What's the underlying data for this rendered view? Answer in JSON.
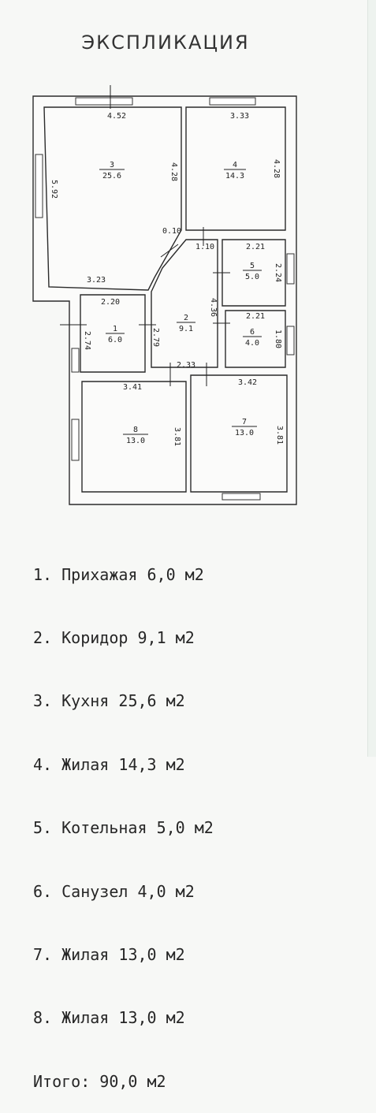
{
  "title": "ЭКСПЛИКАЦИЯ",
  "rooms": [
    {
      "num": "1",
      "area": "6.0"
    },
    {
      "num": "2",
      "area": "9.1"
    },
    {
      "num": "3",
      "area": "25.6"
    },
    {
      "num": "4",
      "area": "14.3"
    },
    {
      "num": "5",
      "area": "5.0"
    },
    {
      "num": "6",
      "area": "4.0"
    },
    {
      "num": "7",
      "area": "13.0"
    },
    {
      "num": "8",
      "area": "13.0"
    }
  ],
  "dimensions": {
    "d452": "4.52",
    "d333": "3.33",
    "d592": "5.92",
    "d428a": "4.28",
    "d428b": "4.28",
    "d010": "0.10",
    "d110": "1.10",
    "d323": "3.23",
    "d221a": "2.21",
    "d224": "2.24",
    "d220": "2.20",
    "d436": "4.36",
    "d221b": "2.21",
    "d274": "2.74",
    "d279": "2.79",
    "d180": "1.80",
    "d233": "2.33",
    "d341": "3.41",
    "d342": "3.42",
    "d381a": "3.81",
    "d381b": "3.81"
  },
  "legend": [
    {
      "num": "1.",
      "name": "Прихажая",
      "area": "6,0 м2"
    },
    {
      "num": "2.",
      "name": "Коридор",
      "area": "9,1 м2"
    },
    {
      "num": "3.",
      "name": "Кухня",
      "area": "25,6 м2"
    },
    {
      "num": "4.",
      "name": "Жилая",
      "area": "14,3 м2"
    },
    {
      "num": "5.",
      "name": "Котельная",
      "area": "5,0 м2"
    },
    {
      "num": "6.",
      "name": "Санузел",
      "area": "4,0 м2"
    },
    {
      "num": "7.",
      "name": "Жилая",
      "area": "13,0 м2"
    },
    {
      "num": "8.",
      "name": "Жилая",
      "area": "13,0 м2"
    }
  ],
  "total": {
    "label": "Итого:",
    "area": "90,0 м2"
  }
}
